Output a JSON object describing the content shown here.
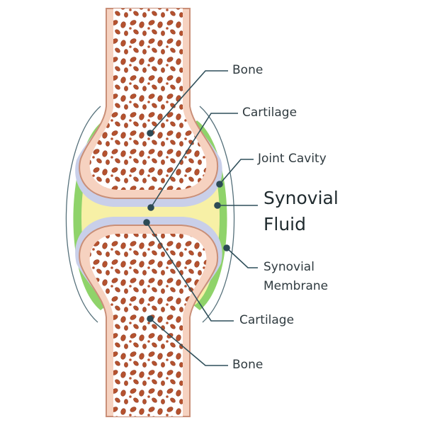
{
  "labels": {
    "bone_top": "Bone",
    "cartilage_top": "Cartilage",
    "joint_cavity": "Joint Cavity",
    "synovial_fluid_line1": "Synovial",
    "synovial_fluid_line2": "Fluid",
    "synovial_membrane_line1": "Synovial",
    "synovial_membrane_line2": "Membrane",
    "cartilage_bottom": "Cartilage",
    "bone_bottom": "Bone"
  },
  "colors": {
    "bone_fill": "#f6d2c0",
    "bone_outline": "#c98f78",
    "pore_fill": "#b5522f",
    "pore_edge": "#8f3b20",
    "spongy_bg": "#ffffff",
    "cartilage": "#c9cfe9",
    "synovial_fluid": "#f7f0a6",
    "synovial_membrane": "#8fd36a",
    "capsule_line": "#55707a",
    "leader_line": "#2f4f5a"
  }
}
